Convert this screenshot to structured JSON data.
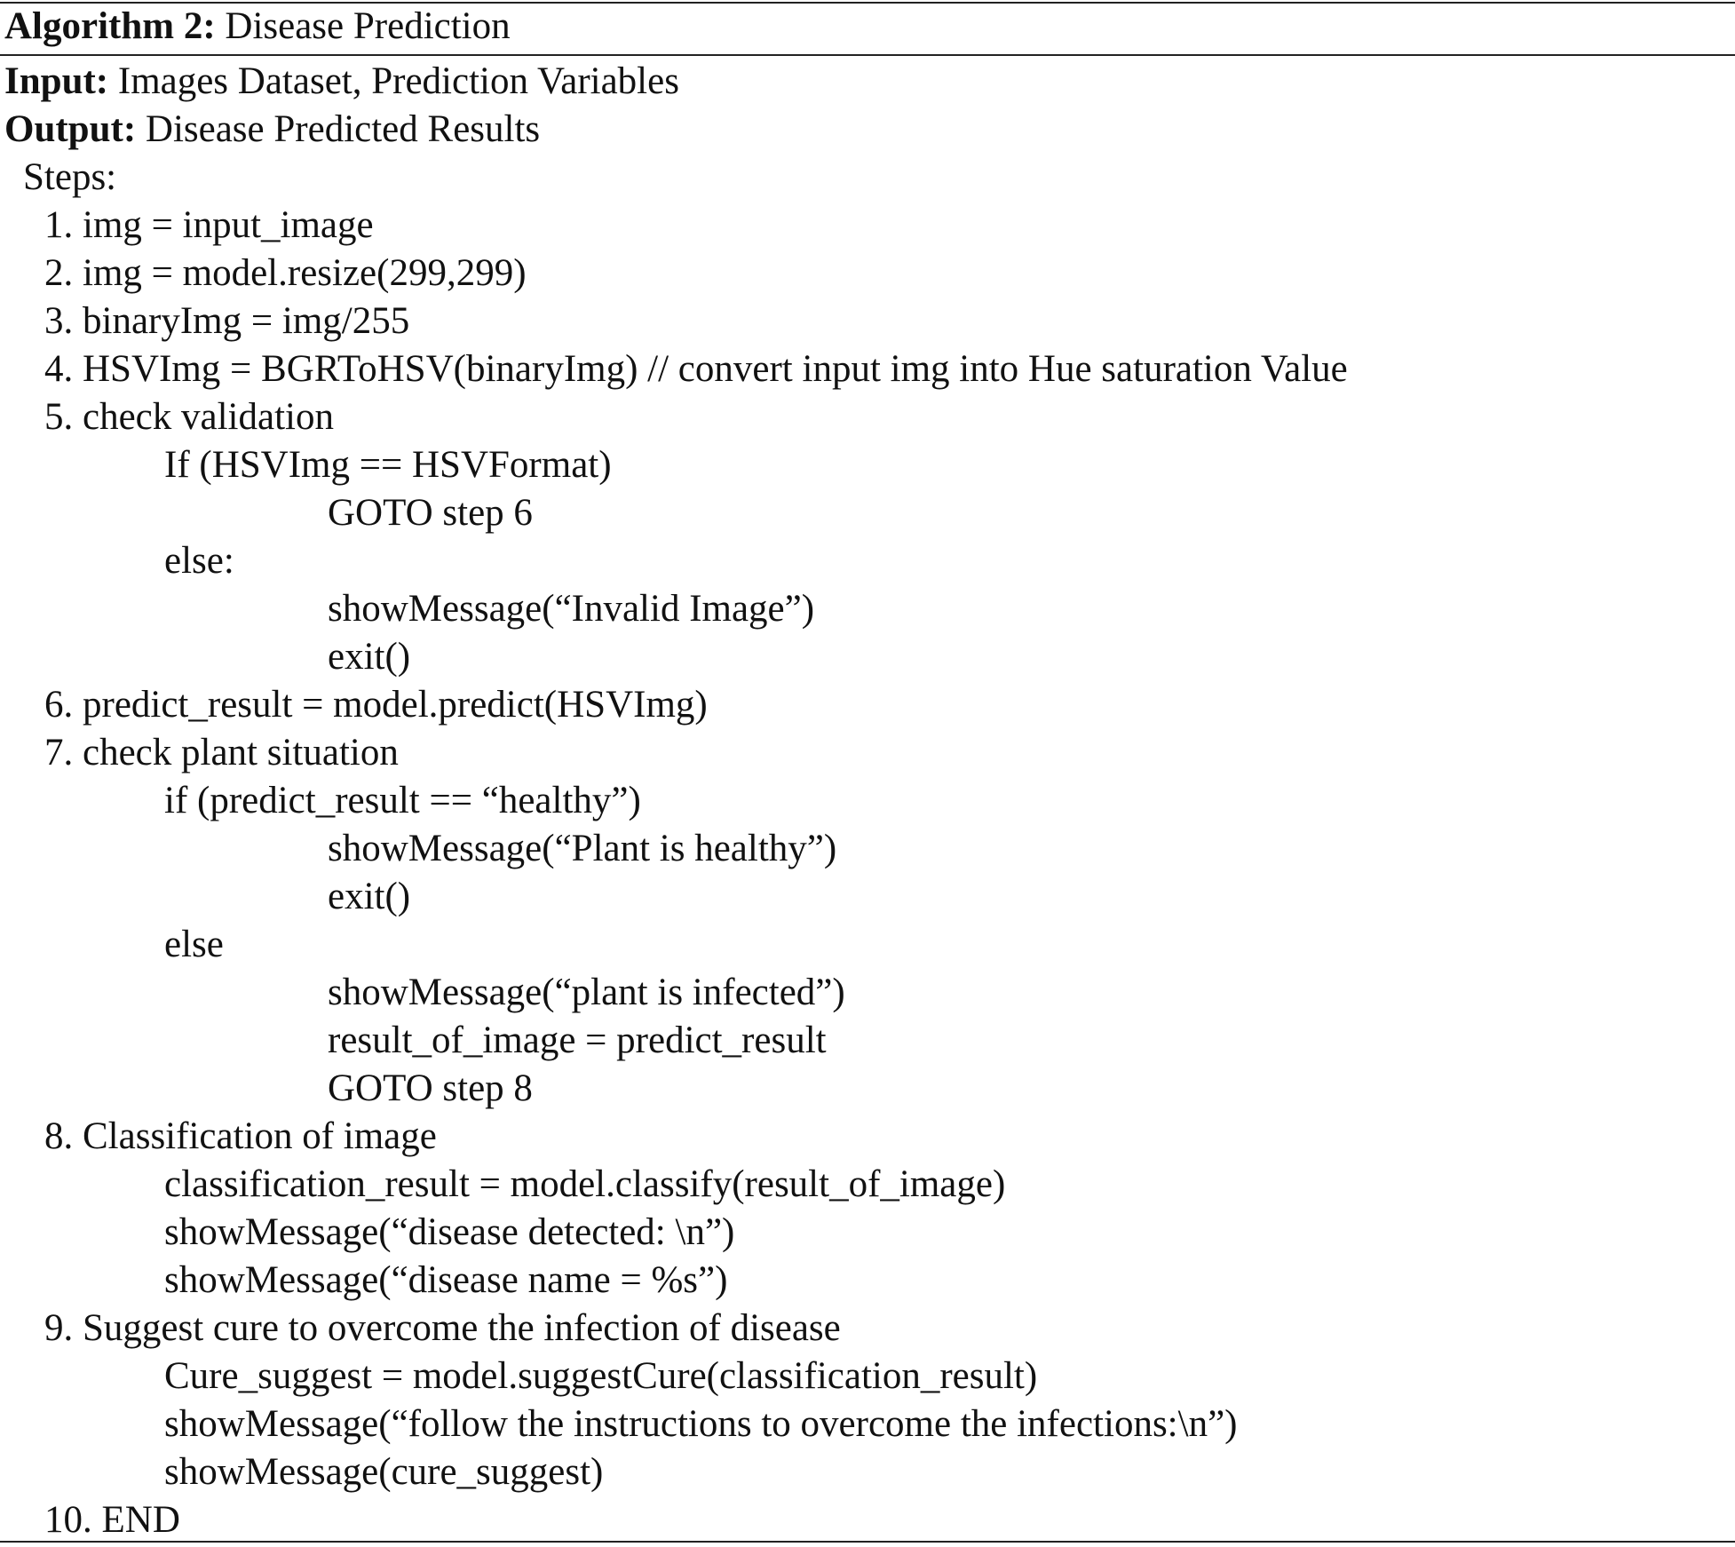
{
  "algorithm": {
    "label": "Algorithm 2:",
    "title": "Disease Prediction"
  },
  "input": {
    "label": "Input:",
    "value": "Images Dataset, Prediction Variables"
  },
  "output": {
    "label": "Output:",
    "value": "Disease Predicted Results"
  },
  "steps_heading": "Steps:",
  "lines": [
    "1. img = input_image",
    "2. img = model.resize(299,299)",
    "3. binaryImg = img/255",
    "4. HSVImg = BGRToHSV(binaryImg) // convert input img into Hue saturation Value",
    "5. check validation",
    "If (HSVImg == HSVFormat)",
    "GOTO step 6",
    "else:",
    "showMessage(“Invalid Image”)",
    "exit()",
    "6. predict_result = model.predict(HSVImg)",
    "7. check plant situation",
    "if (predict_result == “healthy”)",
    "showMessage(“Plant is healthy”)",
    "exit()",
    "else",
    "showMessage(“plant is infected”)",
    "result_of_image = predict_result",
    "GOTO step 8",
    "8. Classification of image",
    "classification_result = model.classify(result_of_image)",
    "showMessage(“disease detected: \\n”)",
    "showMessage(“disease name = %s”)",
    "9. Suggest cure to overcome the infection of disease",
    "Cure_suggest = model.suggestCure(classification_result)",
    "showMessage(“follow the instructions to overcome the infections:\\n”)",
    "showMessage(cure_suggest)",
    "10. END"
  ]
}
